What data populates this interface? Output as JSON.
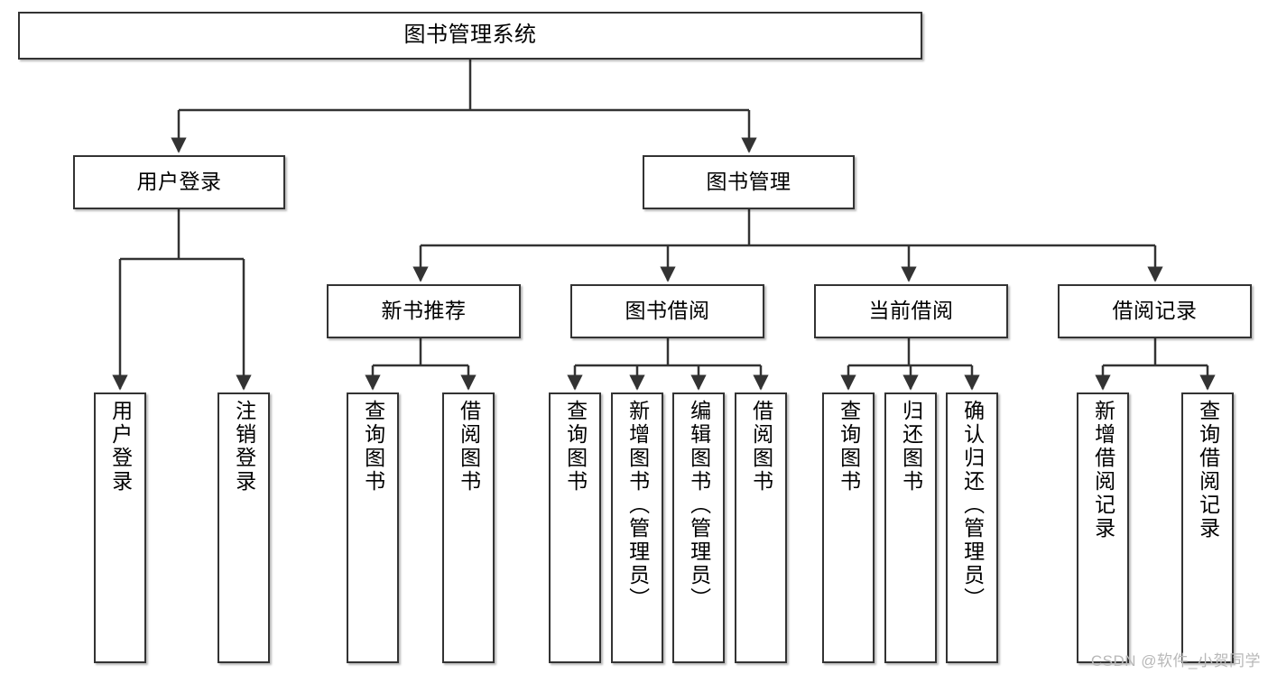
{
  "diagram": {
    "type": "tree",
    "title": "图书管理系统",
    "orientation": "top-down",
    "colors": {
      "background": "#ffffff",
      "box_border": "#333333",
      "connector": "#333333",
      "text": "#000000",
      "watermark": "#b8b8b8"
    },
    "root": {
      "label": "图书管理系统"
    },
    "level1": [
      {
        "label": "用户登录"
      },
      {
        "label": "图书管理"
      }
    ],
    "level2": [
      {
        "label": "新书推荐"
      },
      {
        "label": "图书借阅"
      },
      {
        "label": "当前借阅"
      },
      {
        "label": "借阅记录"
      }
    ],
    "leaves": {
      "user_login": [
        {
          "label": "用户登录"
        },
        {
          "label": "注销登录"
        }
      ],
      "new_book": [
        {
          "label": "查询图书"
        },
        {
          "label": "借阅图书"
        }
      ],
      "book_borrow": [
        {
          "label": "查询图书"
        },
        {
          "label": "新增图书（管理员）"
        },
        {
          "label": "编辑图书（管理员）"
        },
        {
          "label": "借阅图书"
        }
      ],
      "current_borrow": [
        {
          "label": "查询图书"
        },
        {
          "label": "归还图书"
        },
        {
          "label": "确认归还（管理员）"
        }
      ],
      "borrow_record": [
        {
          "label": "新增借阅记录"
        },
        {
          "label": "查询借阅记录"
        }
      ]
    },
    "watermark": "CSDN @软件_小贺同学"
  }
}
